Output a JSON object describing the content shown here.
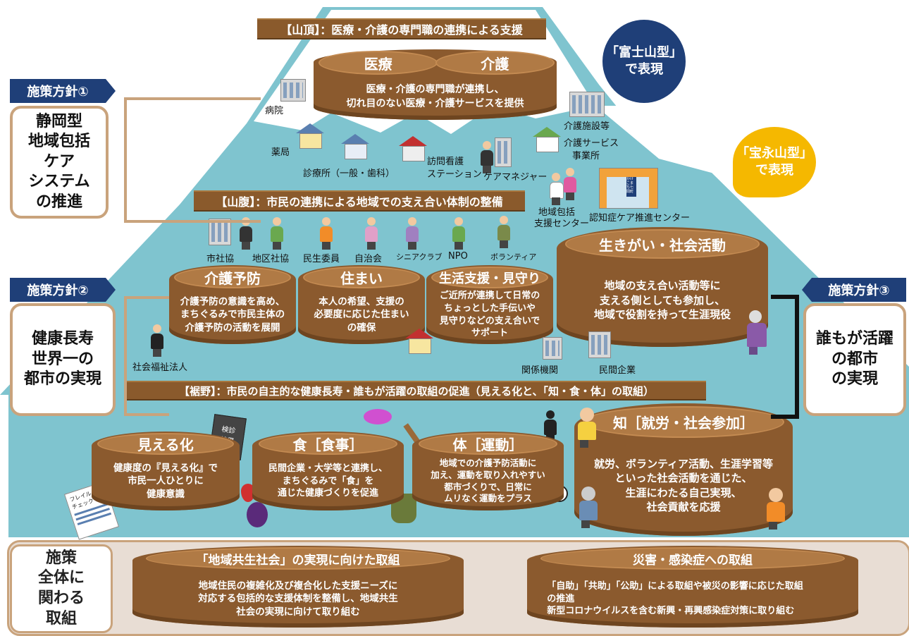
{
  "summit": {
    "banner": "【山頂】：医療・介護の専門職の連携による支援",
    "drum_left_title": "医療",
    "drum_right_title": "介護",
    "drum_text_1": "医療・介護の専門職が連携し、",
    "drum_text_2": "切れ目のない医療・介護サービスを提供",
    "labels": [
      "病院",
      "薬局",
      "診療所（一般・歯科）",
      "訪問看護",
      "ステーション",
      "ケアマネジャー",
      "介護施設等",
      "介護サービス",
      "事業所"
    ]
  },
  "fuji_oval": {
    "line1": "「富士山型」",
    "line2": "で表現",
    "color": "#1f3f78"
  },
  "hoei_oval": {
    "line1": "「宝永山型」",
    "line2": "で表現",
    "color": "#f5b800"
  },
  "midslope": {
    "banner": "【山腹】：市民の連携による地域での支え合い体制の整備",
    "labels": [
      "地域包括",
      "支援センター",
      "認知症ケア推進センター",
      "市社協",
      "地区社協",
      "民生委員",
      "自治会",
      "シニアクラブ",
      "NPO",
      "ボランティア"
    ],
    "store_sign": "かけこまち七間町",
    "drums": [
      {
        "title": "介護予防",
        "lines": [
          "介護予防の意識を高め、",
          "まちぐるみで市民主体の",
          "介護予防の活動を展開"
        ]
      },
      {
        "title": "住まい",
        "lines": [
          "本人の希望、支援の",
          "必要度に応じた住まい",
          "の確保"
        ]
      },
      {
        "title": "生活支援・見守り",
        "lines": [
          "ご近所が連携して日常の",
          "ちょっとした手伝いや",
          "見守りなどの支え合いで",
          "サポート"
        ]
      }
    ],
    "ikigai": {
      "title": "生きがい・社会活動",
      "lines": [
        "地域の支え合い活動等に",
        "支える側としても参加し、",
        "地域で役割を持って生涯現役"
      ]
    },
    "other_labels": [
      "社会福祉法人",
      "関係機関",
      "民間企業"
    ]
  },
  "foothill": {
    "banner": "【裾野】：市民の自主的な健康長寿・誰もが活躍の取組の促進（見える化と、「知・食・体」の取組）",
    "drums": [
      {
        "title": "見える化",
        "lines": [
          "健康度の『見える化』で",
          "市民一人ひとりに",
          "健康意識"
        ]
      },
      {
        "title": "食［食事］",
        "lines": [
          "民間企業・大学等と連携し、",
          "まちぐるみで「食」を",
          "通じた健康づくりを促進"
        ]
      },
      {
        "title": "体［運動］",
        "lines": [
          "地域での介護予防活動に",
          "加え、運動を取り入れやすい",
          "都市づくりで、日常に",
          "ムリなく運動をプラス"
        ]
      }
    ],
    "chi": {
      "title": "知［就労・社会参加］",
      "lines": [
        "就労、ボランティア活動、生涯学習等",
        "といった社会活動を通じた、",
        "生涯にわたる自己実現、",
        "社会貢献を応援"
      ]
    },
    "book_label": [
      "検診",
      "結果"
    ],
    "frail_label": [
      "フレイル",
      "チェック"
    ]
  },
  "policies": [
    {
      "tab": "施策方針①",
      "lines": [
        "静岡型",
        "地域包括",
        "ケア",
        "システム",
        "の推進"
      ]
    },
    {
      "tab": "施策方針②",
      "lines": [
        "健康長寿",
        "世界一の",
        "都市の実現"
      ]
    },
    {
      "tab": "施策方針③",
      "lines": [
        "誰もが活躍",
        "の都市",
        "の実現"
      ]
    }
  ],
  "bottom": {
    "title_lines": [
      "施策",
      "全体に",
      "関わる",
      "取組"
    ],
    "left": {
      "title": "「地域共生社会」の実現に向けた取組",
      "lines": [
        "地域住民の複雑化及び複合化した支援ニーズに",
        "対応する包括的な支援体制を整備し、地域共生",
        "社会の実現に向けて取り組む"
      ]
    },
    "right": {
      "title": "災害・感染症への取組",
      "lines": [
        "「自助」「共助」「公助」による取組や被災の影響に応じた取組",
        "の推進",
        "新型コロナウイルスを含む新興・再興感染症対策に取り組む"
      ]
    }
  },
  "colors": {
    "sky": "#7fc4cf",
    "brown": "#8b5a2e",
    "tan": "#c9a37c",
    "navy": "#1f3f78"
  }
}
